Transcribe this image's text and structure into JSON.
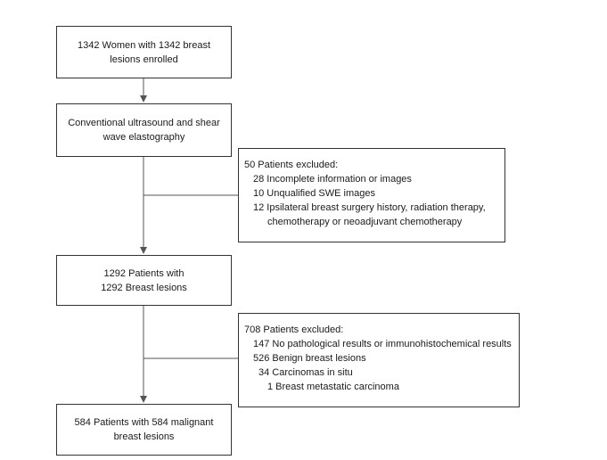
{
  "boxes": {
    "enrolled": {
      "line1": "1342 Women with 1342 breast",
      "line2": "lesions enrolled"
    },
    "ultrasound": {
      "line1": "Conventional ultrasound and shear",
      "line2": "wave elastography"
    },
    "included": {
      "line1": "1292 Patients with",
      "line2": "1292 Breast lesions"
    },
    "final": {
      "line1": "584 Patients with 584 malignant",
      "line2": "breast lesions"
    }
  },
  "exclusions": {
    "first": {
      "title": "50 Patients excluded:",
      "items": [
        "28 Incomplete information or images",
        "10 Unqualified SWE images",
        "12 Ipsilateral breast surgery history, radiation therapy,",
        "chemotherapy or neoadjuvant chemotherapy"
      ]
    },
    "second": {
      "title": "708 Patients excluded:",
      "items": [
        "147 No pathological results or immunohistochemical results",
        "526 Benign breast lesions",
        "34 Carcinomas in situ",
        "1 Breast metastatic carcinoma"
      ]
    }
  },
  "colors": {
    "line": "#555555",
    "border": "#333333",
    "text": "#1a1a1a"
  }
}
